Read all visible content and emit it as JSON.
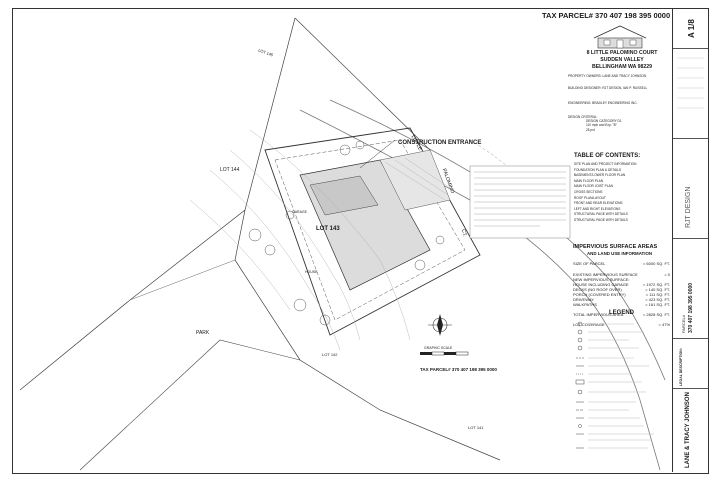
{
  "tax_parcel_header": "TAX PARCEL# 370 407 198 395 0000",
  "address": {
    "line1": "8 LITTLE PALOMINO COURT",
    "line2": "SUDDEN VALLEY",
    "line3": "BELLINGHAM WA 98229"
  },
  "owners_label": "PROPERTY OWNERS:",
  "owners": "LANE AND TRACY JOHNSON",
  "designer_label": "BUILDING DESIGNER:",
  "designer": "RJT DESIGN, IAN P. RUSSELL",
  "engineering_label": "ENGINEERING:",
  "engineer": "BRADLEY ENGINEERING INC.",
  "design_criteria_label": "DESIGN CRITERIA:",
  "seismic": "DESIGN CATEGORY D1",
  "wind": "110 mph and Exp. \"B\"",
  "snow": "25 psf",
  "toc": {
    "title": "TABLE OF CONTENTS:",
    "items": [
      "SITE PLAN AND PROJECT INFORMATION",
      "FOUNDATION PLAN & DETAILS",
      "BASEMENT/LOWER FLOOR PLAN",
      "MAIN FLOOR PLAN",
      "MAIN FLOOR JOIST PLAN",
      "CROSS SECTIONS",
      "ROOF PLAN/LAYOUT",
      "FRONT AND REAR ELEVATIONS",
      "LEFT AND RIGHT ELEVATIONS",
      "STRUCTURAL PAGE WITH DETAILS",
      "STRUCTURAL PAGE WITH DETAILS"
    ]
  },
  "impervious": {
    "title": "IMPERVIOUS SURFACE AREAS",
    "subtitle": "AND LAND USE INFORMATION",
    "rows": [
      {
        "label": "SIZE OF PARCEL",
        "value": "= 6000 SQ. FT."
      },
      {
        "label": "EXISTING IMPERVIOUS SURFACE",
        "value": "= 0"
      },
      {
        "label": "NEW IMPERVIOUS SURFACE:",
        "value": ""
      },
      {
        "label": "HOUSE INCLUDING GARAGE",
        "value": "= 1972 SQ. FT."
      },
      {
        "label": "DECKS (NO ROOF OVER)",
        "value": "= 140 SQ. FT."
      },
      {
        "label": "PORCH (COVERED ENTRY)",
        "value": "= 111 SQ. FT."
      },
      {
        "label": "DRIVEWAY",
        "value": "= 423 SQ. FT."
      },
      {
        "label": "WALKPATHS",
        "value": "= 161 SQ. FT."
      },
      {
        "label": "TOTAL IMPERVIOUS AREA",
        "value": "= 2828 SQ. FT."
      },
      {
        "label": "LOT COVERAGE",
        "value": "= 47%"
      }
    ]
  },
  "legend_title": "LEGEND",
  "plan_labels": {
    "construction_entrance": "CONSTRUCTION ENTRANCE",
    "lot_143": "LOT 143",
    "lot_144": "LOT 144",
    "lot_145": "LOT 145",
    "lot_142": "LOT 142",
    "lot_141": "LOT 141",
    "park": "PARK",
    "little": "LITTLE",
    "palomino": "PALOMINO",
    "ct": "CT.",
    "house": "HOUSE",
    "garage": "GARAGE",
    "graphic_scale": "GRAPHIC SCALE",
    "tax_parcel_footer": "TAX PARCEL# 370 407 198 395 0000"
  },
  "title_block": {
    "firm": "RJT DESIGN",
    "project": "LANE & TRACY JOHNSON",
    "parcel_label": "PARCEL#",
    "parcel": "370 407 198 395 0000",
    "legal_label": "LEGAL DESCRIPTION:",
    "sheet": "A 1/8"
  }
}
